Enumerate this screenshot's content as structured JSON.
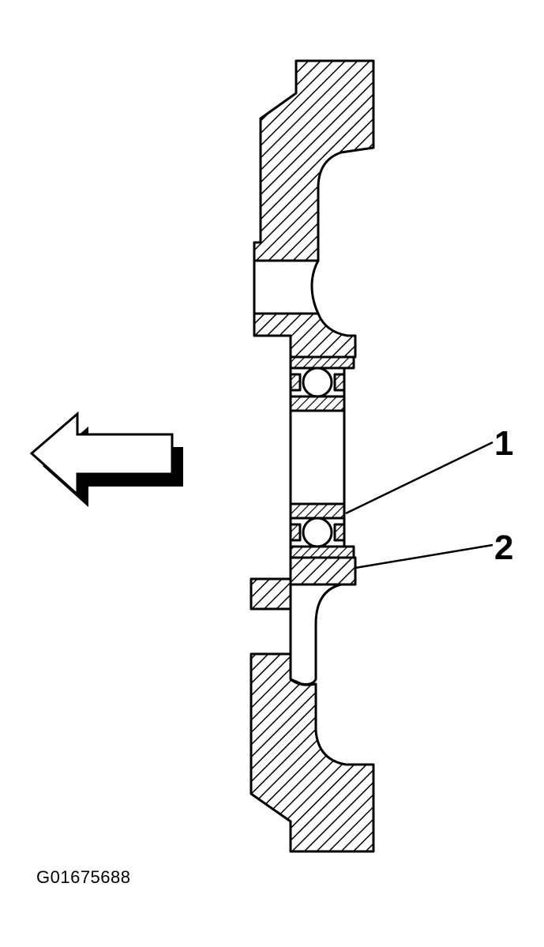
{
  "callouts": [
    {
      "label": "1"
    },
    {
      "label": "2"
    }
  ],
  "figure_id": "G01675688",
  "colors": {
    "ink": "#000000",
    "paper": "#ffffff"
  },
  "icons": {
    "direction_arrow": "arrow-left-icon"
  }
}
